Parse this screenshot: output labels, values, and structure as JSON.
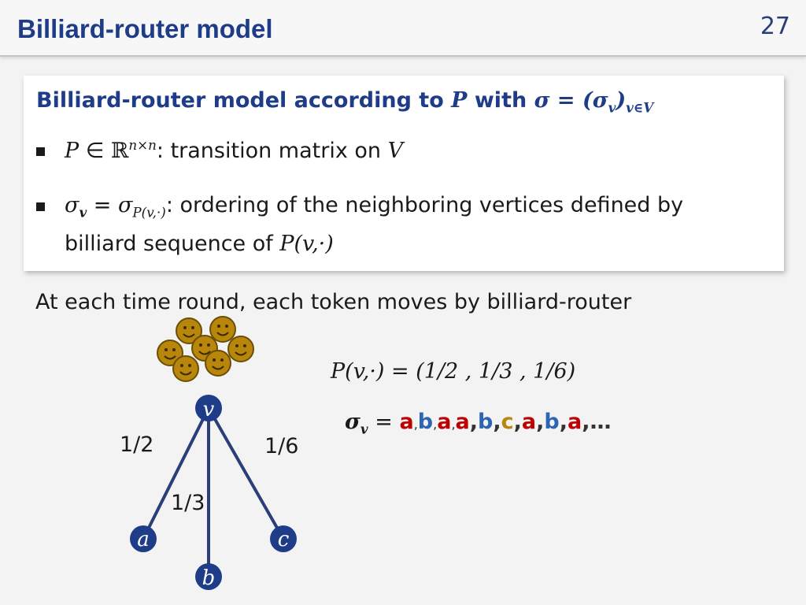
{
  "header": {
    "title": "Billiard-router model",
    "page_number": "27"
  },
  "box": {
    "title_prefix": "Billiard-router model according to ",
    "title_P": "P",
    "title_with": " with ",
    "title_sigma_expr": "σ = (σ",
    "title_sub_v": "v",
    "title_close": ")",
    "title_sub_VinV": "v∈V",
    "bullet1": {
      "P": "P",
      "in": " ∈ ",
      "R": "ℝ",
      "sup": "n×n",
      "text": ": transition matrix on ",
      "V": "V"
    },
    "bullet2": {
      "sigma_v_lhs": "σ",
      "sub_v": "v",
      "eq": " = ",
      "sigma_rhs": "σ",
      "sub_P": "P(v,·)",
      "text": ": ordering of the neighboring vertices defined by",
      "text2": "billiard sequence of ",
      "Pv": "P(v,·)"
    }
  },
  "sentence": "At each time round, each token moves by billiard-router",
  "formula": "P(v,·) = (1/2 , 1/3 , 1/6)",
  "sigma_sequence": {
    "lhs": "σ",
    "lhs_sub": "v",
    "eq": " = ",
    "items": [
      "a",
      "b",
      "a",
      "a",
      "b",
      "c",
      "a",
      "b",
      "a"
    ],
    "ellipsis": "…"
  },
  "graph": {
    "nodes": {
      "v": "v",
      "a": "a",
      "b": "b",
      "c": "c"
    },
    "edge_weights": {
      "va": "1/2",
      "vb": "1/3",
      "vc": "1/6"
    }
  },
  "tokens": {
    "count": 7,
    "icon": "smiley-face-icon"
  },
  "colors": {
    "title": "#1f3c88",
    "node_fill": "#1f3c88",
    "edge": "#2a3f7a",
    "a": "#c00000",
    "b": "#2e64b4",
    "c": "#b8860b",
    "token_fill": "#b8860b"
  }
}
